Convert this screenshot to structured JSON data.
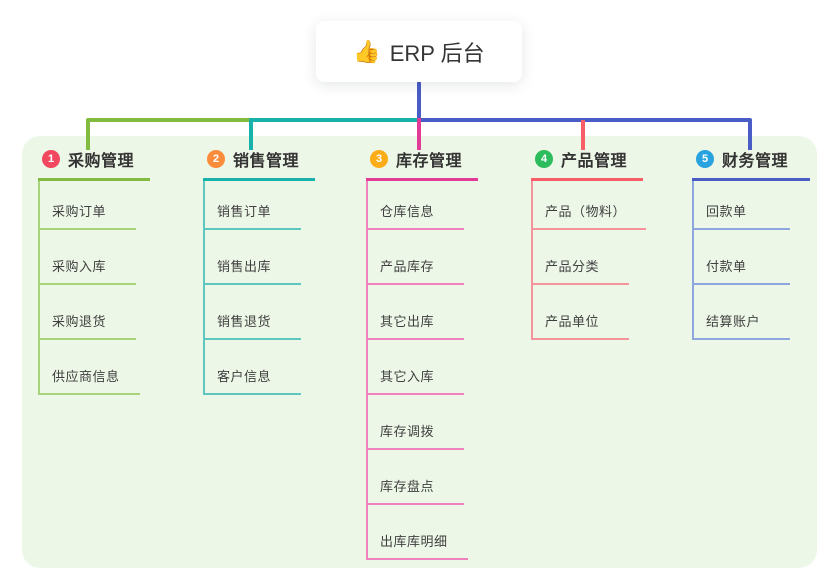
{
  "root": {
    "icon": "thumbs-up",
    "icon_char": "👍",
    "label": "ERP 后台"
  },
  "panel": {
    "bg": "#edf7e7"
  },
  "branches": [
    {
      "number": "1",
      "label": "采购管理",
      "badge_color": "#f1485f",
      "line_color": "#83bb41",
      "child_line_color": "#a9d37b",
      "children": [
        "采购订单",
        "采购入库",
        "采购退货",
        "供应商信息"
      ]
    },
    {
      "number": "2",
      "label": "销售管理",
      "badge_color": "#fb8c3c",
      "line_color": "#17b3ab",
      "child_line_color": "#5ec7c0",
      "children": [
        "销售订单",
        "销售出库",
        "销售退货",
        "客户信息"
      ]
    },
    {
      "number": "3",
      "label": "库存管理",
      "badge_color": "#fbad18",
      "line_color": "#e23a97",
      "child_line_color": "#ef82bd",
      "children": [
        "仓库信息",
        "产品库存",
        "其它出库",
        "其它入库",
        "库存调拨",
        "库存盘点",
        "出库库明细"
      ]
    },
    {
      "number": "4",
      "label": "产品管理",
      "badge_color": "#2ebd5d",
      "line_color": "#f85e65",
      "child_line_color": "#f4939b",
      "children": [
        "产品（物料）",
        "产品分类",
        "产品单位"
      ]
    },
    {
      "number": "5",
      "label": "财务管理",
      "badge_color": "#29a3df",
      "line_color": "#4a5cc5",
      "child_line_color": "#8ea6de",
      "children": [
        "回款单",
        "付款单",
        "结算账户"
      ]
    }
  ]
}
